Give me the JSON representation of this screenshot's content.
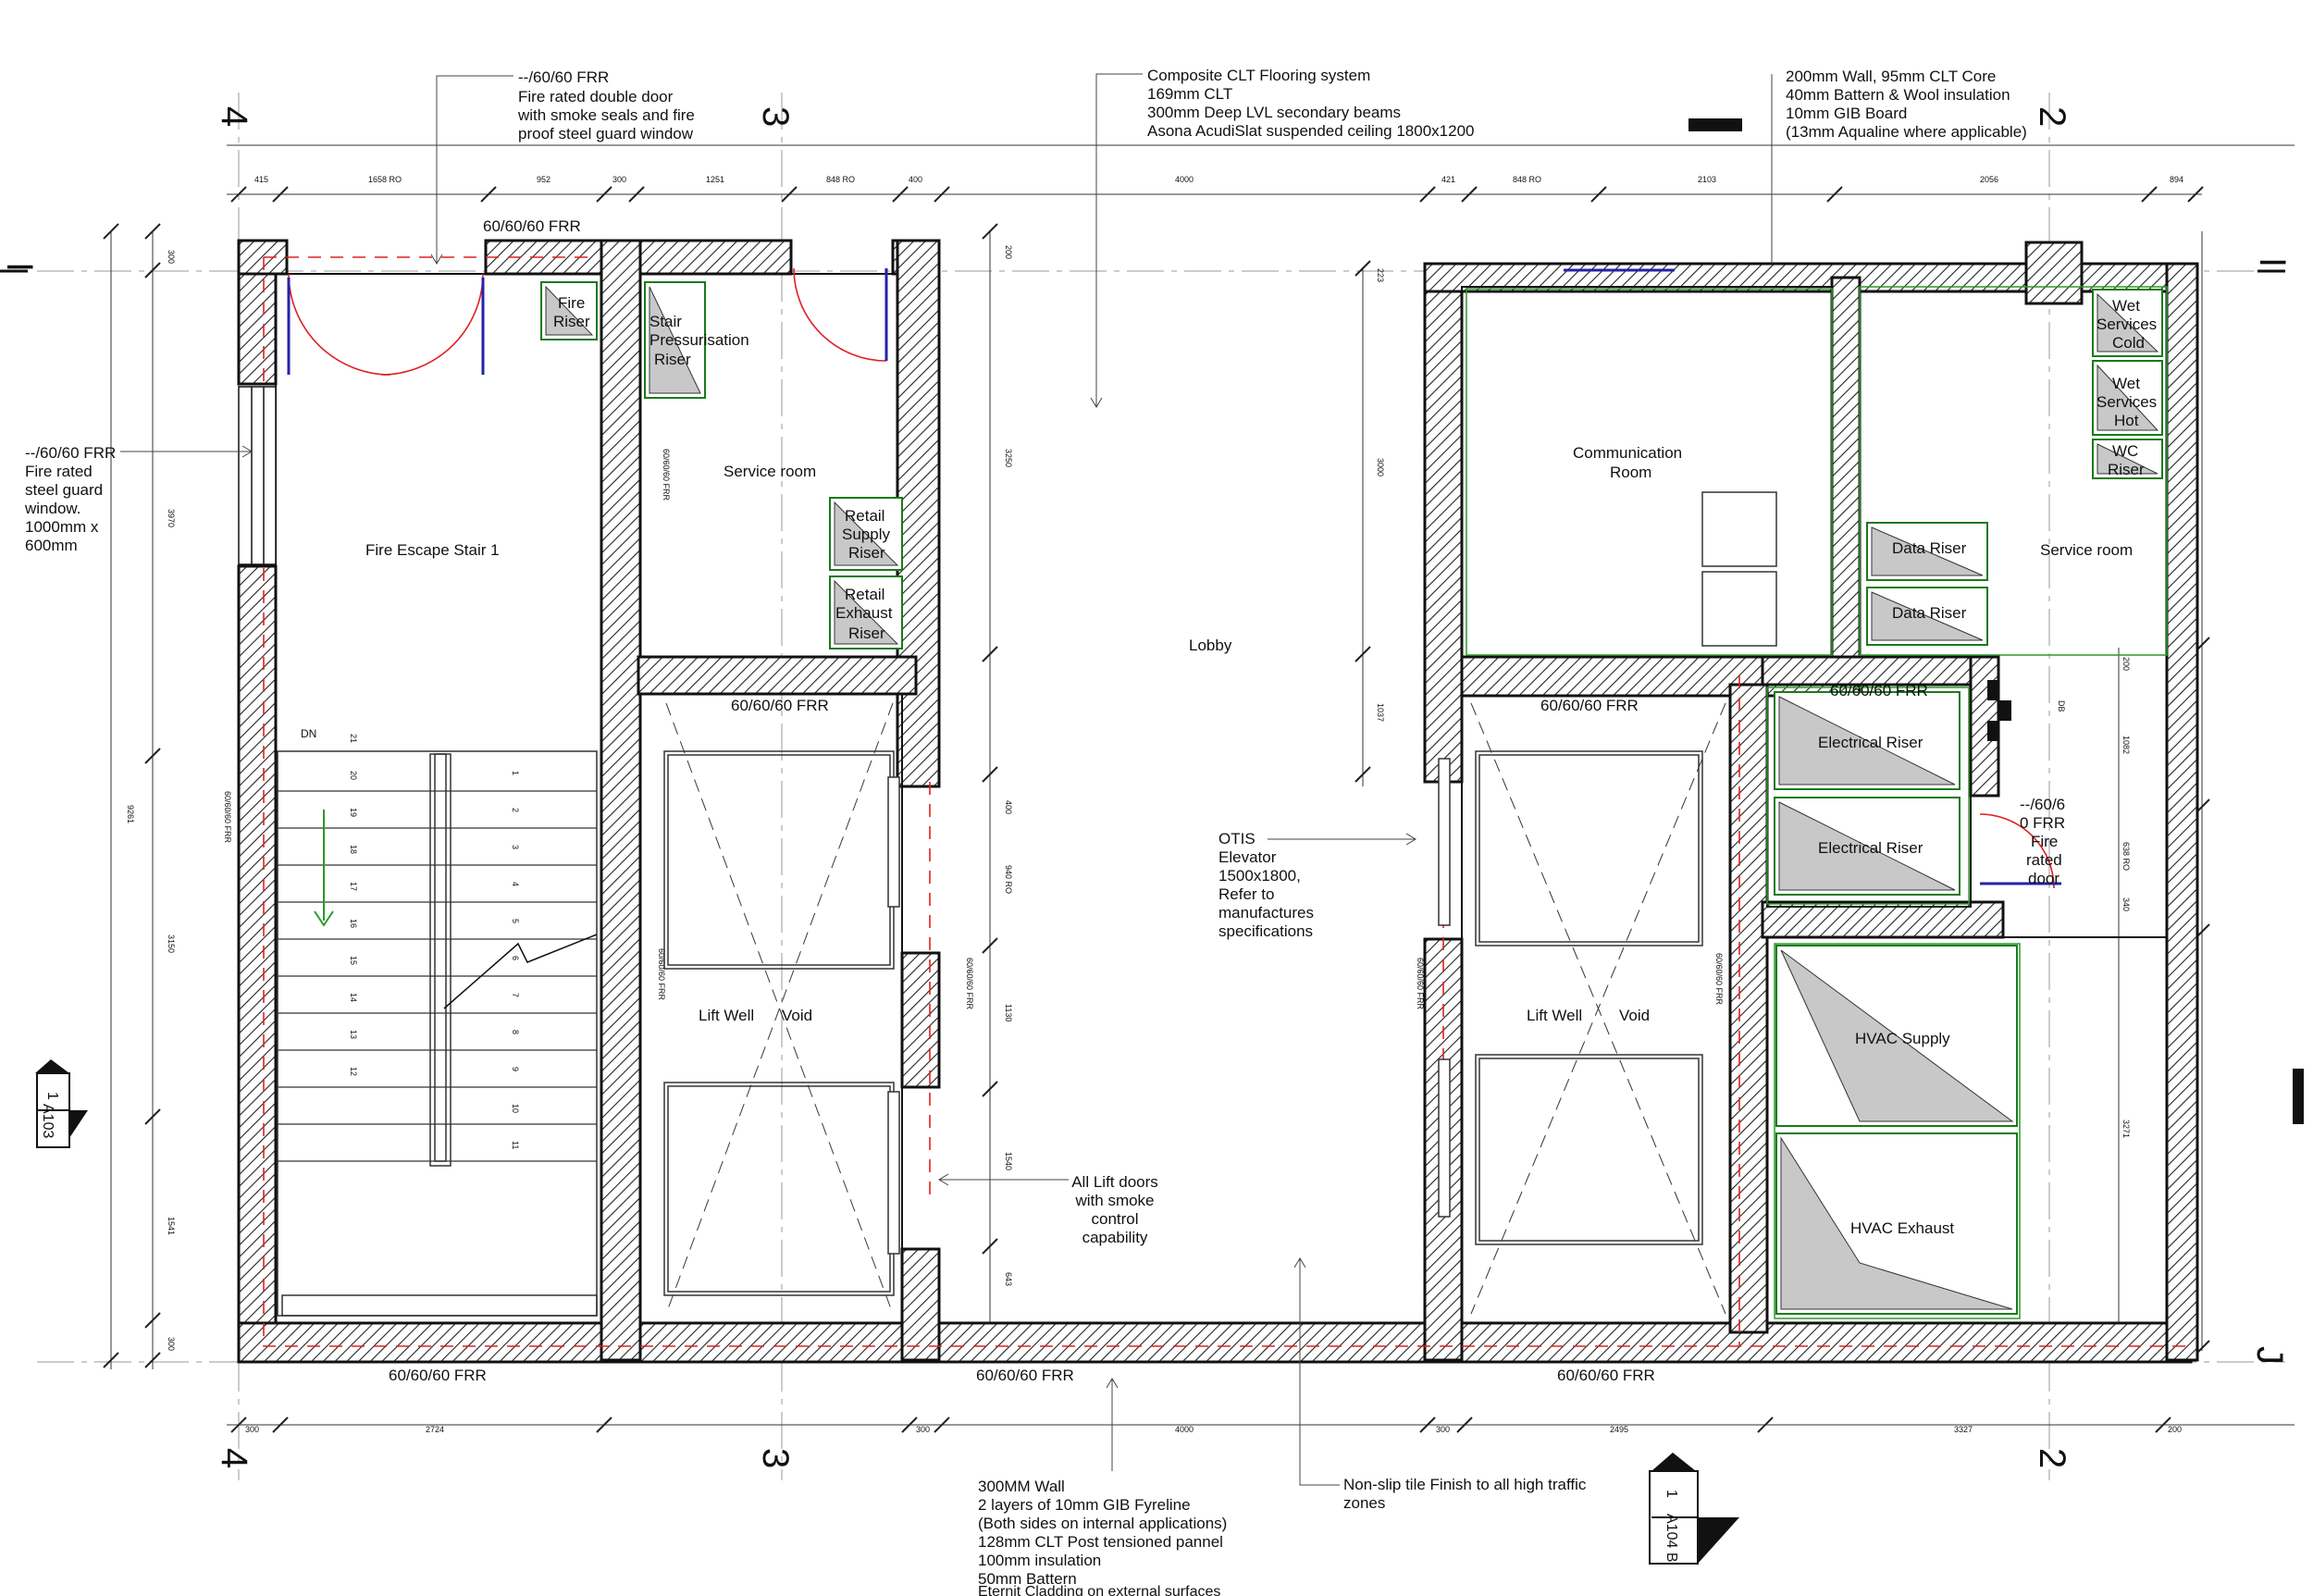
{
  "notes": {
    "door_top": [
      "--/60/60 FRR",
      "Fire rated double door",
      "with smoke seals and fire",
      "proof steel guard window"
    ],
    "floor_system": [
      "Composite CLT Flooring system",
      "169mm CLT",
      "300mm Deep LVL secondary beams",
      "Asona AcudiSlat suspended ceiling 1800x1200"
    ],
    "wall_200": [
      "200mm Wall, 95mm CLT Core",
      "40mm Battern & Wool insulation",
      "10mm GIB Board",
      "(13mm Aqualine where applicable)"
    ],
    "window_left": [
      "--/60/60 FRR",
      "Fire rated",
      "steel guard",
      "window.",
      "1000mm x",
      "600mm"
    ],
    "wall_300": [
      "300MM Wall",
      "2 layers of 10mm GIB Fyreline",
      "(Both sides on internal applications)",
      "128mm CLT Post tensioned pannel",
      "100mm insulation",
      "50mm Battern",
      "Eternit Cladding on external surfaces"
    ],
    "tile": [
      "Non-slip tile Finish to all  high traffic",
      "zones"
    ],
    "lift_doors": [
      "All Lift doors",
      "with smoke",
      "control",
      "capability"
    ],
    "otis": [
      "OTIS",
      "Elevator",
      "1500x1800,",
      "Refer to",
      "manufactures",
      "specifications"
    ],
    "door_right": [
      "--/60/6",
      "0 FRR",
      "Fire",
      "rated",
      "door"
    ]
  },
  "rooms": {
    "fire_stair": "Fire Escape Stair 1",
    "service_left": "Service room",
    "lobby": "Lobby",
    "comm": [
      "Communication",
      "Room"
    ],
    "service_right": "Service room",
    "lift_left": "Lift Well",
    "void_left": "Void",
    "lift_right": "Lift Well",
    "void_right": "Void",
    "electrical_1": "Electrical Riser",
    "electrical_2": "Electrical Riser",
    "hvac_supply": "HVAC Supply",
    "hvac_exhaust": "HVAC Exhaust",
    "data_1": "Data Riser",
    "data_2": "Data Riser",
    "fire_riser": [
      "Fire",
      "Riser"
    ],
    "stair_press": [
      "Stair",
      "Pressurisation",
      "Riser"
    ],
    "retail_supply": [
      "Retail",
      "Supply",
      "Riser"
    ],
    "retail_exhaust": [
      "Retail",
      "Exhaust",
      "Riser"
    ],
    "wet_cold": [
      "Wet",
      "Services",
      "Cold"
    ],
    "wet_hot": [
      "Wet",
      "Services",
      "Hot"
    ],
    "wc_riser": [
      "WC",
      "Riser"
    ],
    "dn": "DN"
  },
  "frr": {
    "top_left": "60/60/60 FRR",
    "lift_left": "60/60/60 FRR",
    "lift_right": "60/60/60 FRR",
    "elec": "60/60/60 FRR",
    "bottom_1": "60/60/60 FRR",
    "bottom_2": "60/60/60 FRR",
    "bottom_3": "60/60/60 FRR",
    "vertical": "60/60/60 FRR"
  },
  "grid": {
    "g4": "4",
    "g3": "3",
    "g2": "2",
    "gI": "I",
    "gJ": "J"
  },
  "markers": {
    "a103_num": "1",
    "a103_sheet": "A103",
    "a104_num": "1",
    "a104_sheet": "A104 B"
  },
  "dims": {
    "top": [
      "415",
      "1658 RO",
      "952",
      "300",
      "1251",
      "848 RO",
      "400",
      "4000",
      "421",
      "848 RO",
      "2103",
      "2056",
      "894"
    ],
    "bottom": [
      "300",
      "2724",
      "300",
      "4000",
      "300",
      "2495",
      "3327",
      "200"
    ],
    "left_outer": "9261",
    "left_inner": [
      "300",
      "3970",
      "3150",
      "1541",
      "300"
    ],
    "mid_left": [
      "200",
      "3250",
      "400",
      "940 RO",
      "1130",
      "1540",
      "643"
    ],
    "mid_right": [
      "223",
      "3000",
      "1037"
    ],
    "right": [
      "200",
      "1082",
      "638 RO",
      "340",
      "3271"
    ],
    "db": "DB"
  },
  "stair_steps_down": [
    "21",
    "20",
    "19",
    "18",
    "17",
    "16",
    "15",
    "14",
    "13",
    "12"
  ],
  "stair_steps_up": [
    "1",
    "2",
    "3",
    "4",
    "5",
    "6",
    "7",
    "8",
    "9",
    "10",
    "11"
  ]
}
